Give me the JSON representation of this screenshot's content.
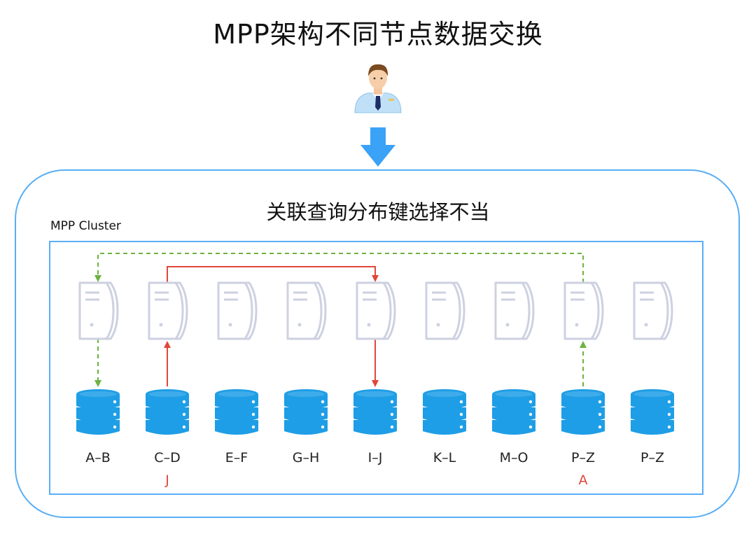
{
  "title": "MPP架构不同节点数据交换",
  "diagram_title": "关联查询分布键选择不当",
  "cluster_label": "MPP Cluster",
  "colors": {
    "outer_border": "#5aaef5",
    "cluster_border": "#5aaef5",
    "server": "#cdd1e0",
    "database": "#1e9ee6",
    "down_arrow": "#3aa2f7",
    "red_flow": "#e0473a",
    "green_flow": "#6cb33f",
    "key_text": "#e0473a"
  },
  "icons": {
    "user": "user-avatar-icon",
    "down_arrow": "down-arrow-icon",
    "server": "server-icon",
    "database": "database-icon"
  },
  "nodes": [
    {
      "range": "A–B",
      "key": ""
    },
    {
      "range": "C–D",
      "key": "J"
    },
    {
      "range": "E–F",
      "key": ""
    },
    {
      "range": "G–H",
      "key": ""
    },
    {
      "range": "I–J",
      "key": ""
    },
    {
      "range": "K–L",
      "key": ""
    },
    {
      "range": "M–O",
      "key": ""
    },
    {
      "range": "P–Z",
      "key": "A"
    },
    {
      "range": "P–Z",
      "key": ""
    }
  ],
  "flows": [
    {
      "name": "red-flow-j",
      "color": "red",
      "style": "solid",
      "path": [
        {
          "from_db": 1,
          "to_server": 1
        },
        {
          "server": 1,
          "to_server": 4
        },
        {
          "from_server": 4,
          "to_db": 4
        }
      ]
    },
    {
      "name": "green-flow-a",
      "color": "green",
      "style": "dashed",
      "path": [
        {
          "from_db": 7,
          "to_server": 7
        },
        {
          "server": 7,
          "to_server": 0
        },
        {
          "from_server": 0,
          "to_db": 0
        }
      ]
    }
  ]
}
